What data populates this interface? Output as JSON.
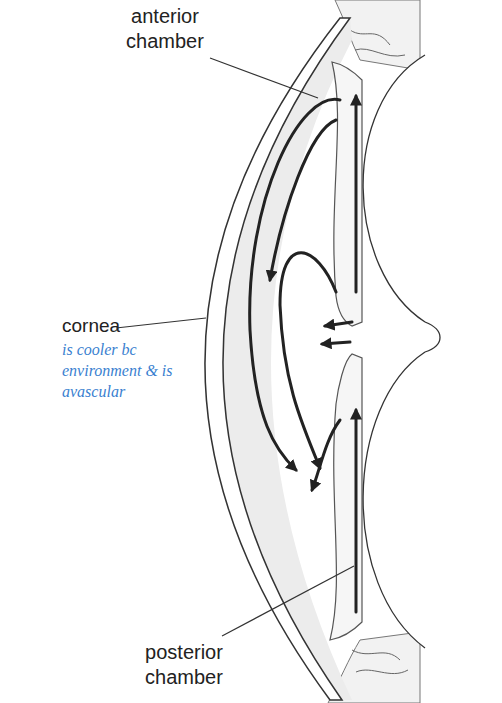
{
  "diagram": {
    "labels": [
      "anterior chamber",
      "cornea",
      "is cooler bc environment & is avascular",
      "posterior chamber"
    ]
  }
}
